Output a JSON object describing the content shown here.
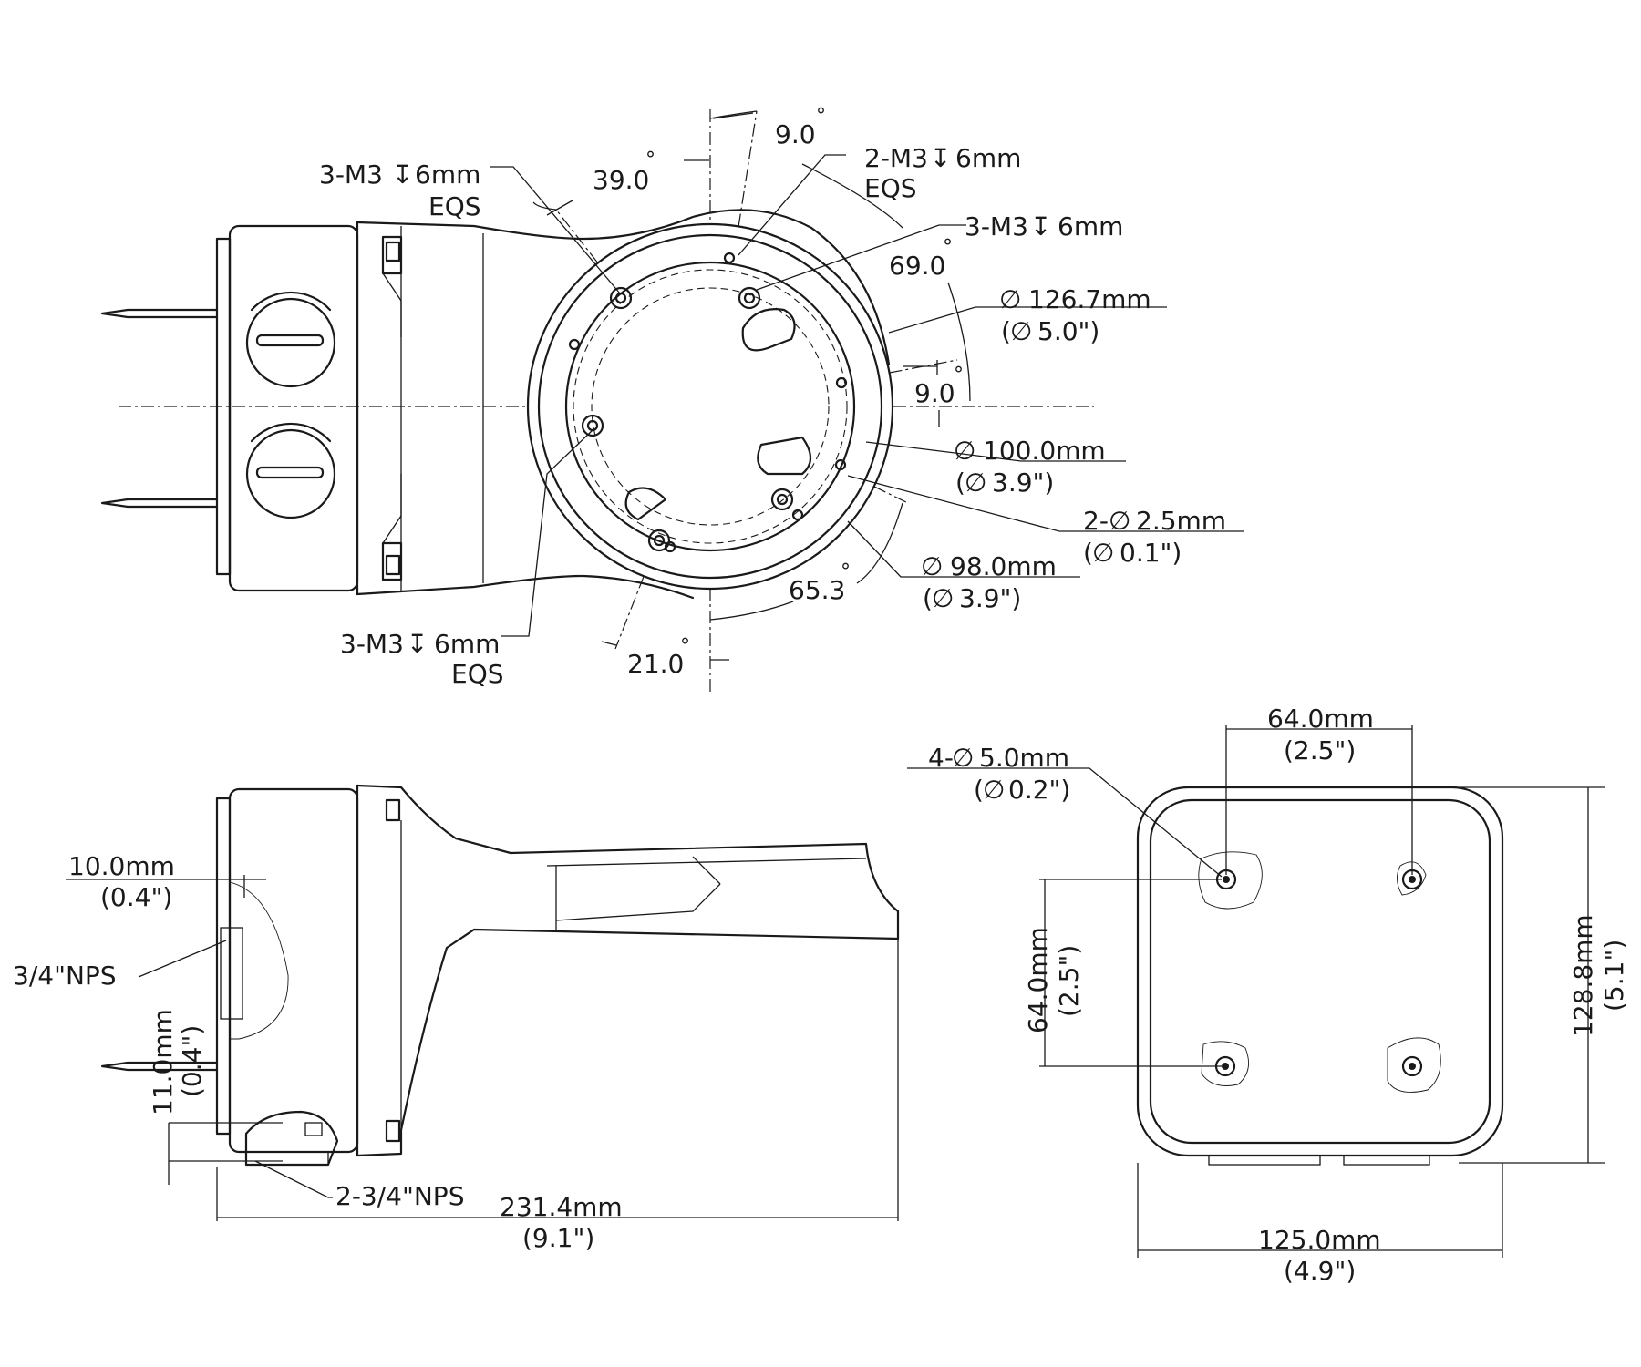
{
  "top_view": {
    "labels": {
      "m3_left_top": [
        "3-M3",
        "6mm",
        "EQS"
      ],
      "m3_right_top": [
        "2-M3",
        "6mm",
        "EQS"
      ],
      "m3_right": [
        "3-M3",
        "6mm"
      ],
      "m3_left_bottom": [
        "3-M3",
        "6mm",
        "EQS"
      ],
      "dia_outer": [
        "126.7mm",
        "(",
        "5.0\")"
      ],
      "dia_100": [
        "100.0mm",
        "(",
        "3.9\")"
      ],
      "dia_25": [
        "2-",
        "2.5mm",
        "(",
        "0.1\")"
      ],
      "dia_98": [
        "98.0mm",
        "(",
        "3.9\")"
      ]
    },
    "angles": {
      "a_9_top": "9.0",
      "a_39": "39.0",
      "a_69": "69.0",
      "a_9_right": "9.0",
      "a_65": "65.3",
      "a_21": "21.0"
    }
  },
  "side_view": {
    "dim_10": [
      "10.0mm",
      "(0.4\")"
    ],
    "npt_single": "3/4\"NPS",
    "dim_11": [
      "11.0mm",
      "(0.4\")"
    ],
    "npt_double": "2-3/4\"NPS",
    "dim_231": [
      "231.4mm",
      "(9.1\")"
    ]
  },
  "back_view": {
    "dim_64_h": [
      "64.0mm",
      "(2.5\")"
    ],
    "holes": [
      "4-",
      "5.0mm",
      "(",
      "0.2\")"
    ],
    "dim_64_v": [
      "64.0mm",
      "(2.5\")"
    ],
    "dim_128": [
      "128.8mm",
      "(5.1\")"
    ],
    "dim_125": [
      "125.0mm",
      "(4.9\")"
    ]
  },
  "symbols": {
    "diameter": "∅",
    "depth": "↧",
    "degree": "°"
  }
}
